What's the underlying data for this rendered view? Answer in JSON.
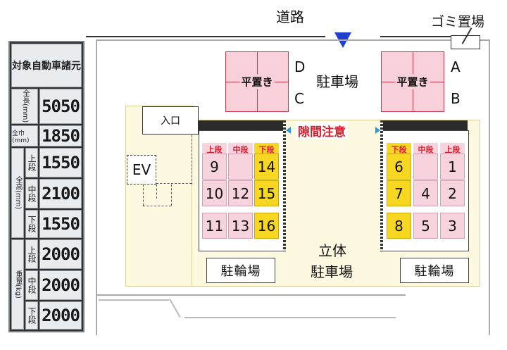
{
  "colors": {
    "parking_pink": "#f7d0d9",
    "lower_yellow": "#f7d722",
    "warning_red": "#d41e2e",
    "arrow_blue": "#1f3fcf"
  },
  "map": {
    "road_label": "道路",
    "garbage_label": "ゴミ置場",
    "entrance_arrow_icon": "down-triangle",
    "flat_parking": [
      {
        "label": "平置き",
        "top_letter": "D",
        "bottom_letter": "C"
      },
      {
        "label": "平置き",
        "top_letter": "A",
        "bottom_letter": "B"
      }
    ],
    "parking_lot_label": "駐車場",
    "entrance_label": "入口",
    "ev_label": "EV",
    "gap_warning": "隙間注意",
    "multistory_label_line1": "立体",
    "multistory_label_line2": "駐車場",
    "bike_parking_label": "駐輪場",
    "left_rack": {
      "tiers": [
        "上段",
        "中段",
        "下段"
      ],
      "rows": [
        [
          "9",
          "",
          "14"
        ],
        [
          "10",
          "12",
          "15"
        ],
        [
          "11",
          "13",
          "16"
        ]
      ]
    },
    "right_rack": {
      "tiers": [
        "下段",
        "中段",
        "上段"
      ],
      "rows": [
        [
          "6",
          "",
          "1"
        ],
        [
          "7",
          "4",
          "2"
        ],
        [
          "8",
          "5",
          "3"
        ]
      ]
    }
  },
  "spec_table": {
    "title": "対象自動車諸元",
    "rows": [
      {
        "label": "全長(mm)",
        "value": "5050"
      },
      {
        "label": "全巾(mm)",
        "value": "1850"
      }
    ],
    "height_group_label": "全高(mm)",
    "height_rows": [
      {
        "tier": "上段",
        "value": "1550"
      },
      {
        "tier": "中段",
        "value": "2100"
      },
      {
        "tier": "下段",
        "value": "1550"
      }
    ],
    "weight_group_label": "重量(kg)",
    "weight_rows": [
      {
        "tier": "上段",
        "value": "2000"
      },
      {
        "tier": "中段",
        "value": "2000"
      },
      {
        "tier": "下段",
        "value": "2000"
      }
    ]
  }
}
